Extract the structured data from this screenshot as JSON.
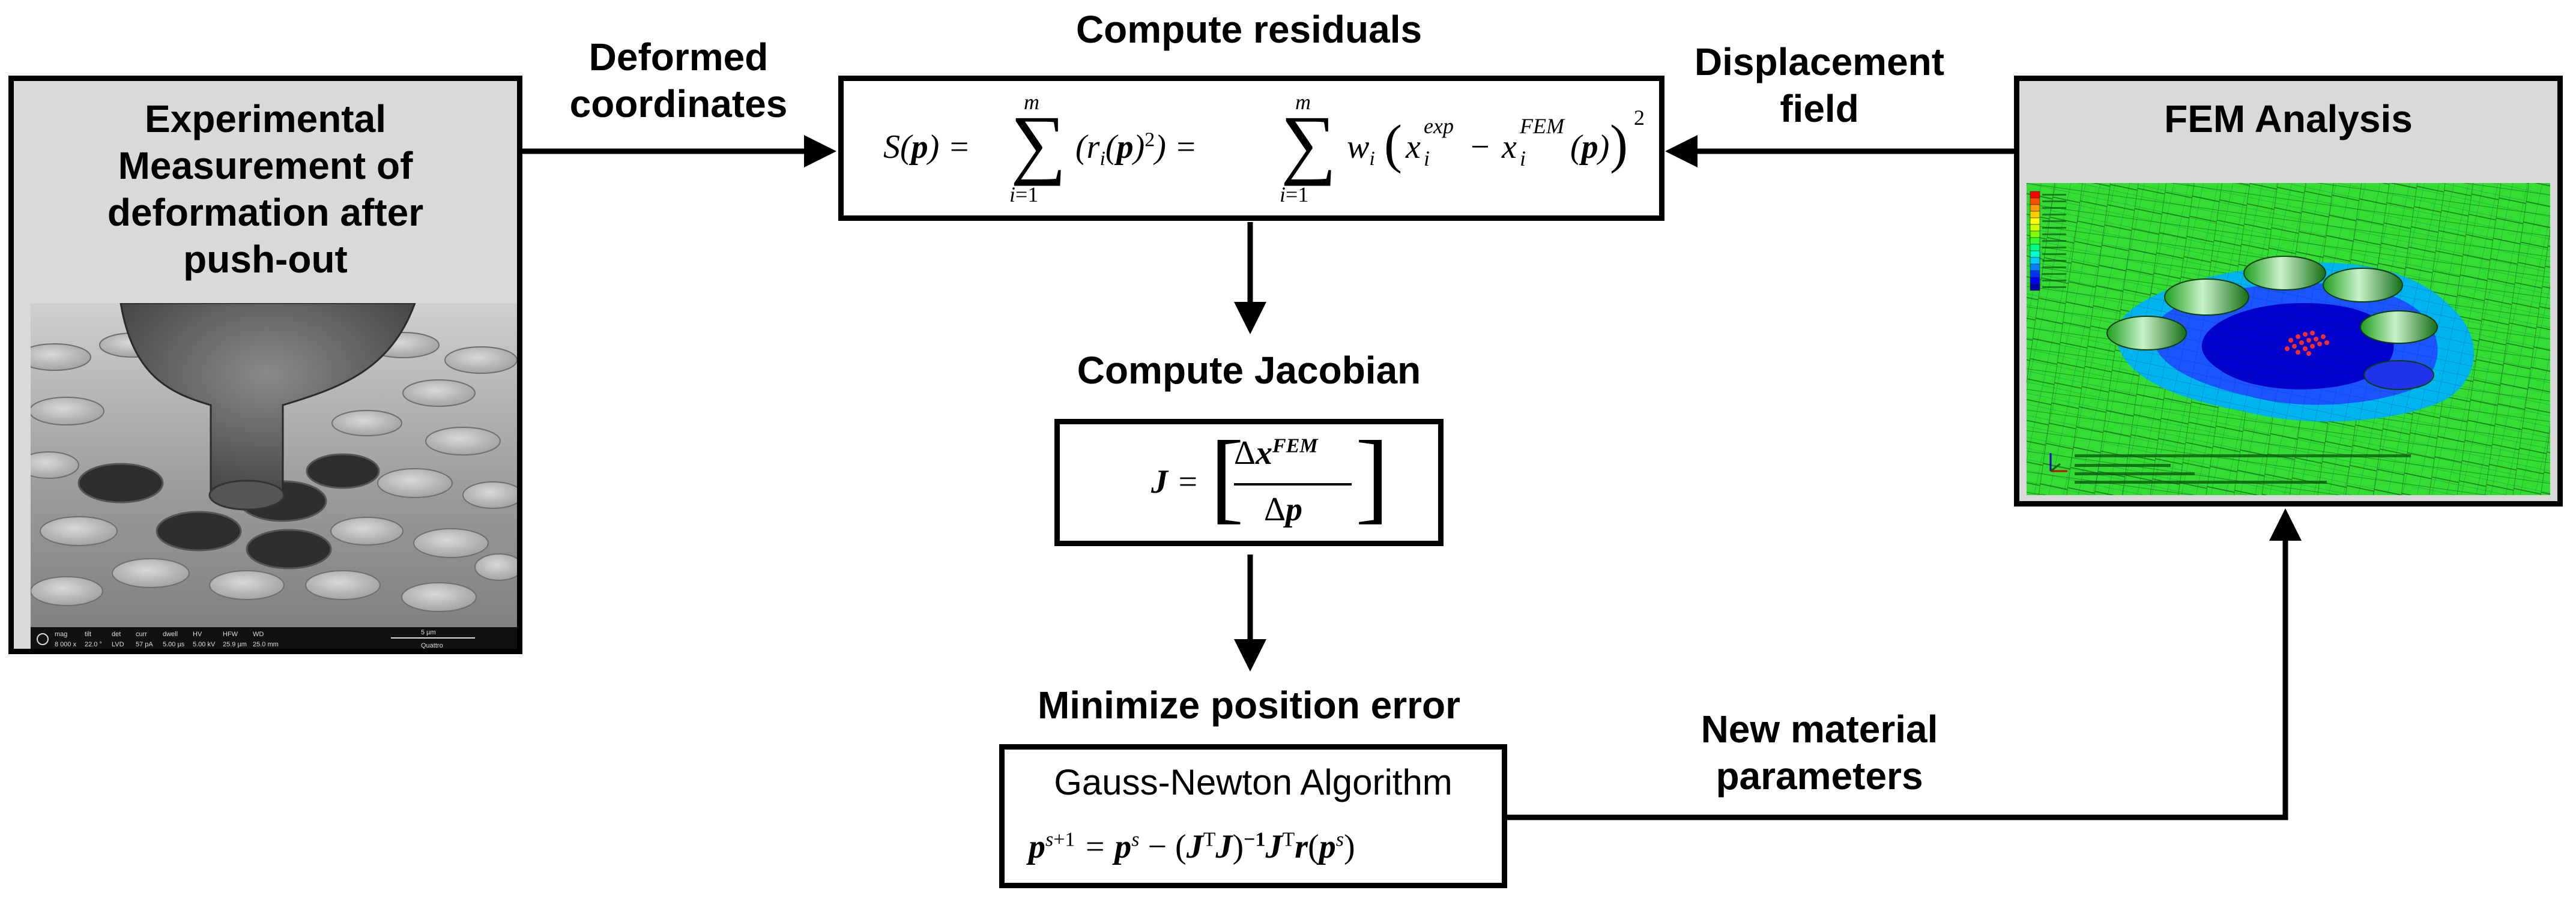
{
  "labels": {
    "deformed": [
      "Deformed",
      "coordinates"
    ],
    "displacement": [
      "Displacement",
      "field"
    ],
    "new_params": [
      "New material",
      "parameters"
    ],
    "compute_residuals": "Compute residuals",
    "compute_jacobian": "Compute Jacobian",
    "minimize": "Minimize position error"
  },
  "left_panel": {
    "title": [
      "Experimental",
      "Measurement of",
      "deformation after",
      "push-out"
    ],
    "sem_bar": {
      "headers": [
        "mag",
        "tilt",
        "det",
        "curr",
        "dwell",
        "HV",
        "HFW",
        "WD"
      ],
      "values": [
        "8 000 x",
        "22.0 °",
        "LVD",
        "57 pA",
        "5.00 µs",
        "5.00 kV",
        "25.9 µm",
        "25.0 mm"
      ],
      "scale": "5 µm",
      "instrument": "Quattro"
    }
  },
  "right_panel": {
    "title": "FEM Analysis",
    "legend_colors": [
      "#ff0000",
      "#ff4d00",
      "#ff9900",
      "#ffcc00",
      "#ffff00",
      "#ccff00",
      "#80ff00",
      "#33ff33",
      "#00ff80",
      "#00ffcc",
      "#00ccff",
      "#0080ff",
      "#0033ff",
      "#0000ff",
      "#0000aa"
    ],
    "colors": {
      "field": "#33dd33",
      "low": "#1a55ff",
      "deep": "#0000cc",
      "mid": "#00b4f0"
    }
  },
  "formulas": {
    "gauss_newton_title": "Gauss-Newton Algorithm"
  },
  "styles": {
    "line_color": "#000000",
    "panel_bg": "#d9d9d9"
  }
}
